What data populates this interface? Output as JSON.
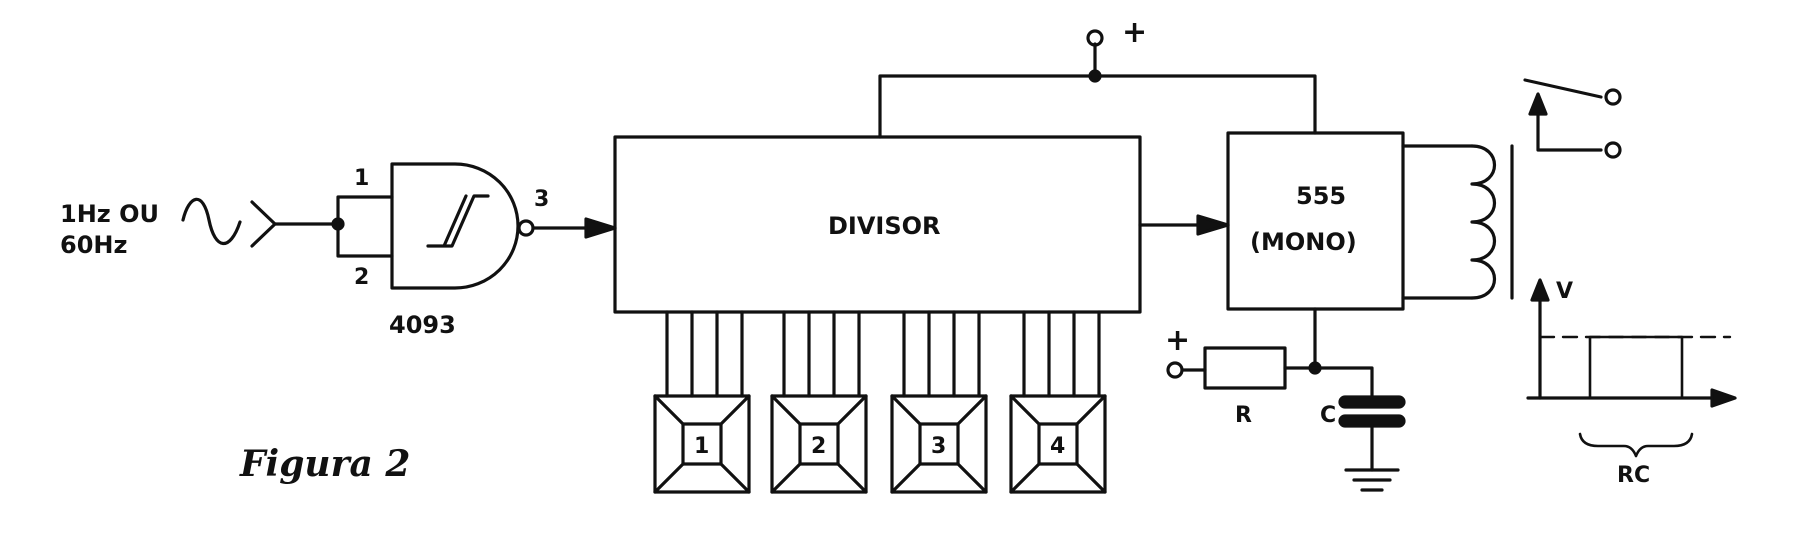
{
  "figure": {
    "caption": "Figura 2",
    "input_label_line1": "1Hz OU",
    "input_label_line2": "60Hz",
    "gate": {
      "part": "4093",
      "pin1": "1",
      "pin2": "2",
      "pin3": "3"
    },
    "divisor": {
      "label": "DIVISOR"
    },
    "timer": {
      "line1": "555",
      "line2": "(MONO)"
    },
    "supply_plus": "+",
    "rc_plus": "+",
    "resistor_label": "R",
    "capacitor_label": "C",
    "switches": [
      "1",
      "2",
      "3",
      "4"
    ],
    "graph": {
      "y_label": "V",
      "x_label": "RC"
    }
  }
}
